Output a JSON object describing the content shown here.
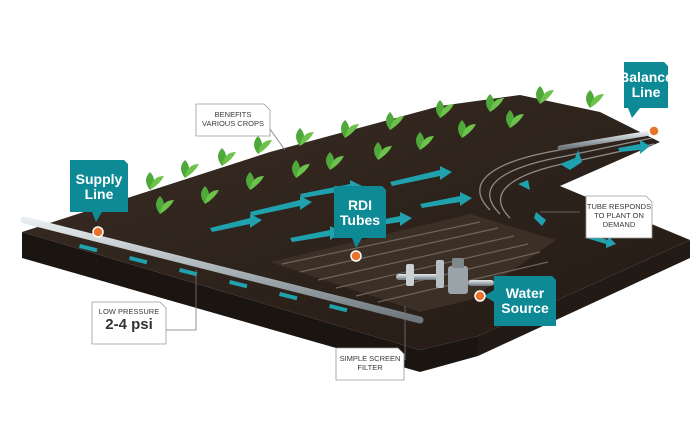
{
  "labels": {
    "balance_line": [
      "Balance",
      "Line"
    ],
    "supply_line": [
      "Supply",
      "Line"
    ],
    "rdi_tubes": [
      "RDI",
      "Tubes"
    ],
    "water_source": [
      "Water",
      "Source"
    ]
  },
  "notes": {
    "benefits": [
      "BENEFITS",
      "VARIOUS CROPS"
    ],
    "tube_responds": [
      "TUBE RESPONDS",
      "TO PLANT ON",
      "DEMAND"
    ],
    "low_pressure": "LOW PRESSURE",
    "psi": "2-4 psi",
    "screen_filter": [
      "SIMPLE SCREEN",
      "FILTER"
    ]
  },
  "colors": {
    "teal": "#0e8a96",
    "orange": "#e8732a",
    "soil_top": "#2a211b",
    "soil_side": "#1c1612",
    "arrow": "#1fa2ad",
    "plant": "#4fa83a"
  }
}
